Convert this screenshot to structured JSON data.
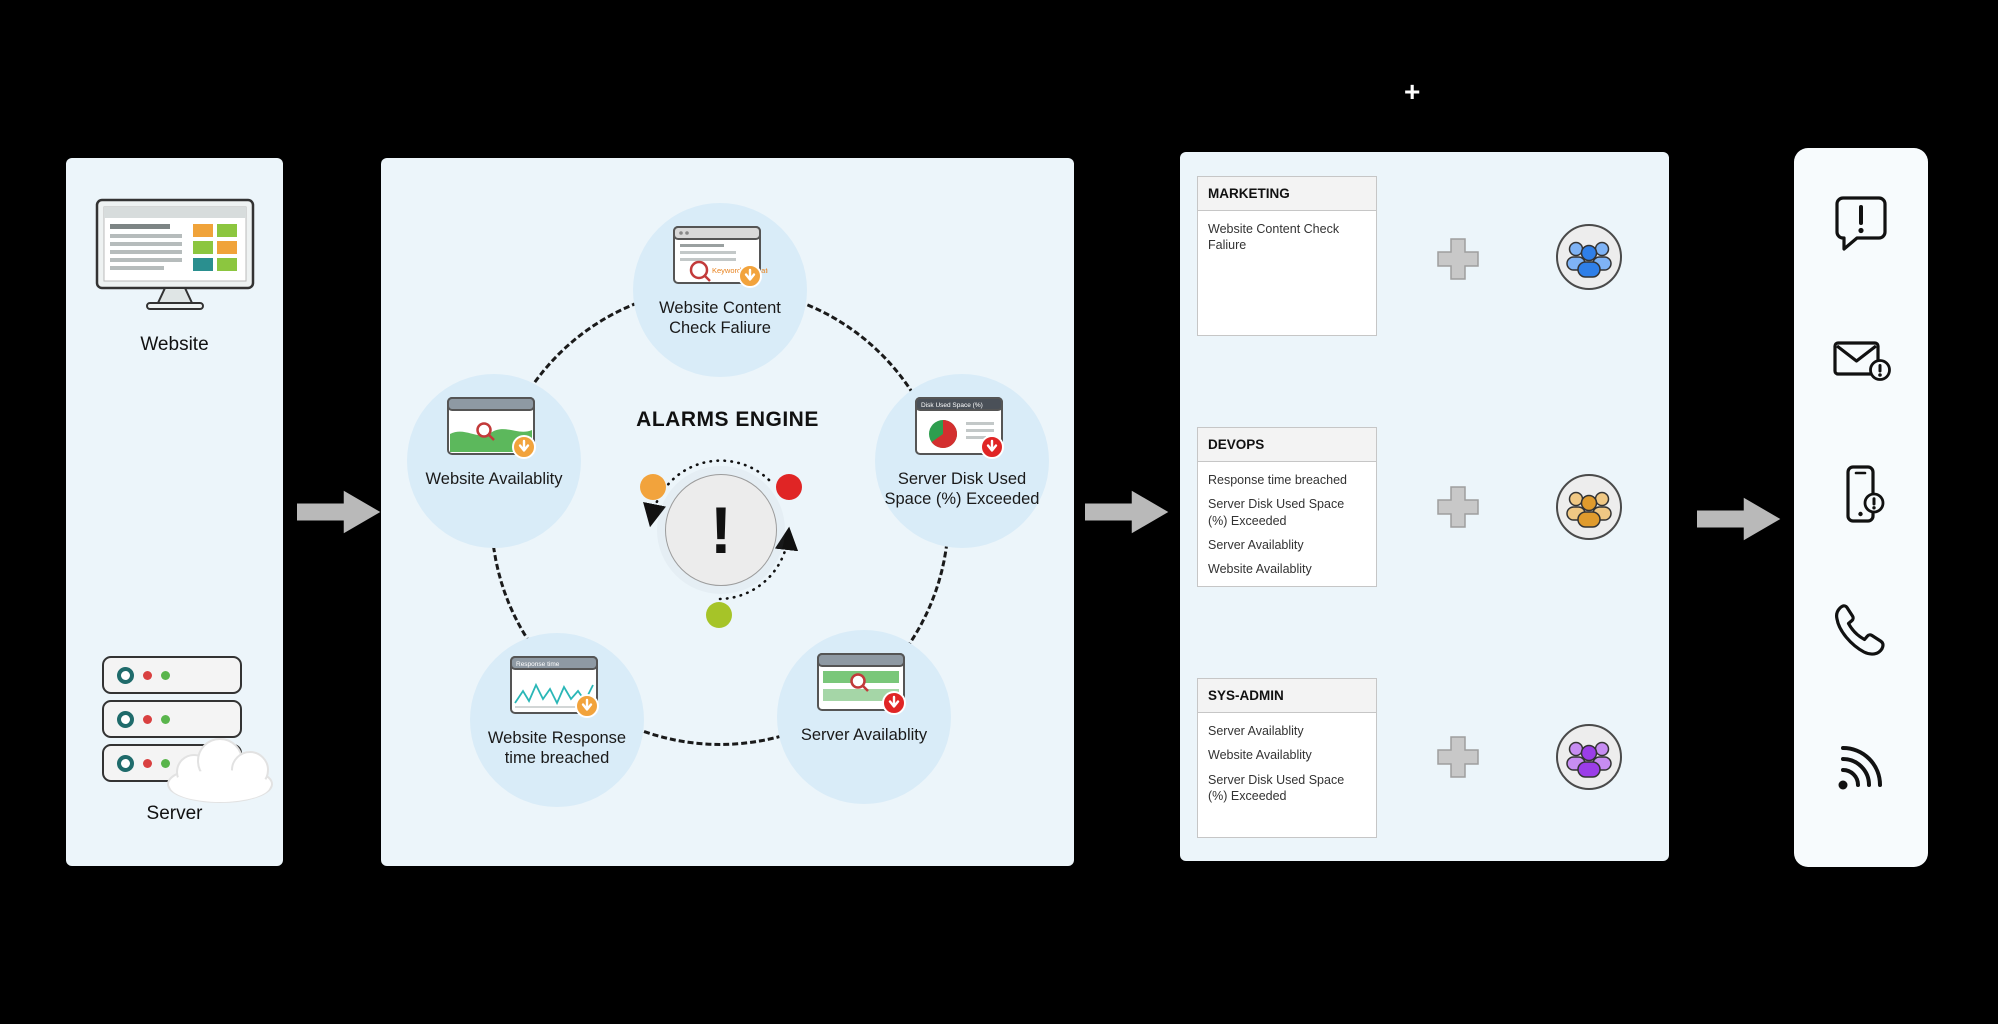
{
  "decor": {
    "plus": "+",
    "hub_exclamation": "!"
  },
  "colors": {
    "background": "#000000",
    "panel": "#ecf5fa",
    "node_circle": "#d9ecf8",
    "arrow": "#b9b9b9",
    "alert_orange": "#f2a33c",
    "alert_red": "#e02525",
    "alert_green": "#a6c428",
    "marketing_blue": "#2f7fe8",
    "devops_orange": "#e09b2d",
    "sysadmin_purple": "#9b3de8"
  },
  "sources": {
    "website_label": "Website",
    "server_label": "Server"
  },
  "engine": {
    "title": "ALARMS ENGINE",
    "nodes": [
      {
        "label": "Website Content Check Faliure",
        "window_note": "Keyword mismatch"
      },
      {
        "label": "Website Availablity"
      },
      {
        "label": "Server Disk Used Space (%) Exceeded",
        "window_title": "Disk Used Space (%)"
      },
      {
        "label": "Website Response time breached",
        "window_title": "Response time"
      },
      {
        "label": "Server Availablity"
      }
    ]
  },
  "teams": [
    {
      "name": "MARKETING",
      "items": [
        "Website Content Check Faliure"
      ]
    },
    {
      "name": "DEVOPS",
      "items": [
        "Response time breached",
        "Server Disk Used Space (%) Exceeded",
        "Server Availablity",
        "Website Availablity"
      ]
    },
    {
      "name": "SYS-ADMIN",
      "items": [
        "Server Availablity",
        "Website Availablity",
        "Server Disk Used Space (%) Exceeded"
      ]
    }
  ],
  "channels": {
    "icons": [
      "chat-alert-icon",
      "email-alert-icon",
      "mobile-alert-icon",
      "phone-call-icon",
      "rss-icon"
    ]
  }
}
